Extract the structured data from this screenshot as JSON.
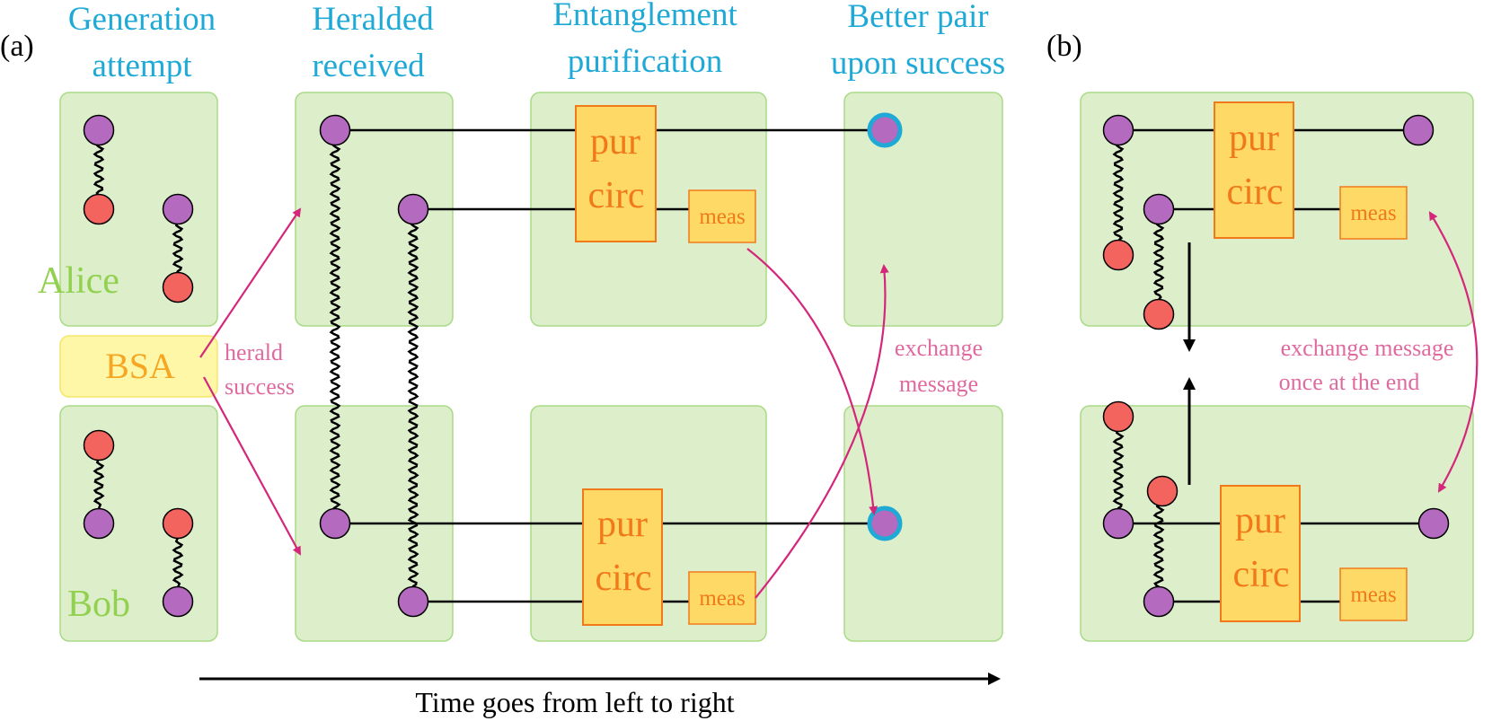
{
  "panels": {
    "a": "(a)",
    "b": "(b)"
  },
  "column_headers": [
    {
      "line1": "Generation",
      "line2": "attempt"
    },
    {
      "line1": "Heralded",
      "line2": "received"
    },
    {
      "line1": "Entanglement",
      "line2": "purification"
    },
    {
      "line1": "Better pair",
      "line2": "upon success"
    }
  ],
  "nodes": {
    "alice": "Alice",
    "bob": "Bob",
    "bsa": "BSA"
  },
  "annotations": {
    "herald_line1": "herald",
    "herald_line2": "success",
    "exchange_line1": "exchange",
    "exchange_line2": "message",
    "exchange_once_line1": "exchange message",
    "exchange_once_line2": "once at the end"
  },
  "boxes": {
    "pur": "pur",
    "circ": "circ",
    "meas": "meas"
  },
  "time_label": "Time goes from left to right",
  "colors": {
    "header_text": "#1ea9d6",
    "panel_fill": "#dcefca",
    "panel_stroke": "#a9da86",
    "node_label": "#92d050",
    "bsa_fill": "#fff7a8",
    "bsa_text": "#f5a623",
    "circuit_fill": "#ffd966",
    "circuit_stroke": "#f07a1a",
    "circuit_text": "#f07a1a",
    "qubit_purple": "#b36abf",
    "qubit_red": "#f4645f",
    "highlight_ring": "#1ea9d6",
    "message_arrow": "#d4267a",
    "message_text": "#e06aa0"
  }
}
